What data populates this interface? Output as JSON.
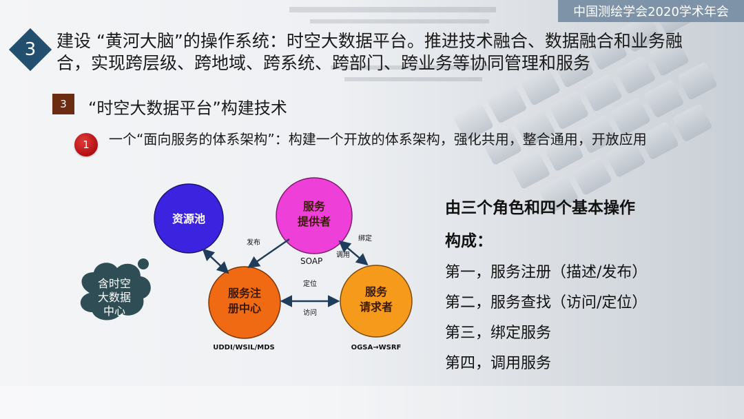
{
  "header": {
    "event": "中国测绘学会2020学术年会"
  },
  "topic": {
    "number": "3",
    "text": "建设 “黄河大脑”的操作系统：时空大数据平台。推进技术融合、数据融合和业务融合，实现跨层级、跨地域、跨系统、跨部门、跨业务等协同管理和服务"
  },
  "section": {
    "number": "3",
    "title": "“时空大数据平台”构建技术"
  },
  "bullet": {
    "number": "1",
    "text": "一个“面向服务的体系架构”：构建一个开放的体系架构，强化共用，整合通用，开放应用"
  },
  "diagram": {
    "nodes": {
      "resource_pool": "资源池",
      "provider_line1": "服务",
      "provider_line2": "提供者",
      "registry_line1": "服务注",
      "registry_line2": "册中心",
      "requester_line1": "服务",
      "requester_line2": "请求者"
    },
    "cloud": {
      "line1": "含时空",
      "line2": "大数据",
      "line3": "中心"
    },
    "labels": {
      "publish": "发布",
      "bind": "绑定",
      "invoke": "调用",
      "soap": "SOAP",
      "locate": "定位",
      "access": "访问",
      "registry_std": "UDDI/WSIL/MDS",
      "requester_std": "OGSA→WSRF"
    },
    "colors": {
      "resource_pool": "#3c23e0",
      "provider": "#ee3fd8",
      "registry": "#f06a14",
      "requester": "#f59a1a",
      "cloud": "#2e4d54"
    }
  },
  "roles": {
    "heading_line1": "由三个角色和四个基本操作",
    "heading_line2": "构成：",
    "items": [
      "第一，服务注册（描述/发布）",
      "第二，服务查找（访问/定位）",
      "第三，绑定服务",
      "第四，调用服务"
    ]
  }
}
